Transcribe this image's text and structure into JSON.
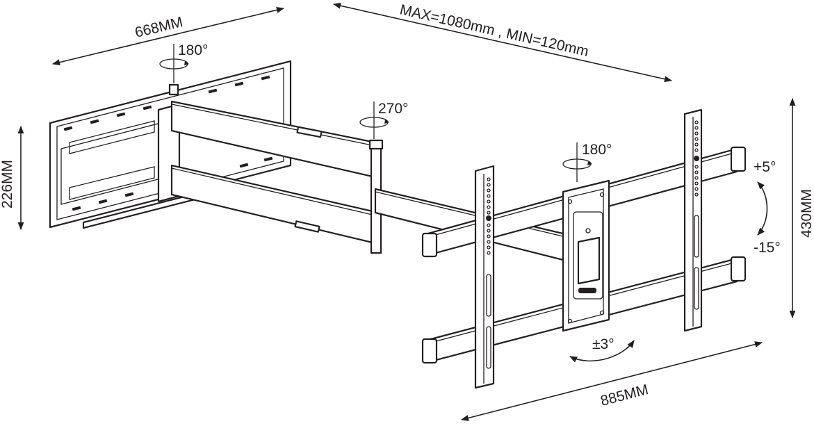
{
  "dimensions": {
    "wall_width": "668MM",
    "extension": "MAX=1080mm , MIN=120mm",
    "wall_height": "226MM",
    "tv_height": "430MM",
    "tv_width": "885MM"
  },
  "rotations": {
    "wall_swivel": "180°",
    "arm_swivel": "270°",
    "head_swivel": "180°",
    "tilt_up": "+5°",
    "tilt_down": "-15°",
    "level": "±3°"
  }
}
